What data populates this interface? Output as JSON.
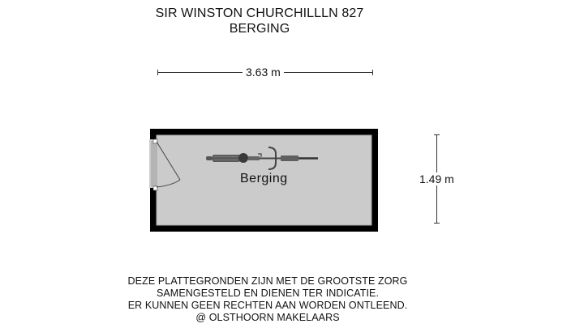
{
  "header": {
    "address": "SIR WINSTON CHURCHILLLN 827",
    "subtitle": "BERGING"
  },
  "dimensions": {
    "width": "3.63 m",
    "height": "1.49 m"
  },
  "room": {
    "label": "Berging",
    "fill_color": "#cccccc",
    "wall_color": "#000000"
  },
  "disclaimer": {
    "lines": [
      "DEZE PLATTEGRONDEN ZIJN MET DE GROOTSTE ZORG",
      "SAMENGESTELD EN DIENEN TER INDICATIE.",
      "ER KUNNEN GEEN RECHTEN AAN WORDEN ONTLEEND.",
      "@ OLSTHOORN MAKELAARS"
    ]
  },
  "icons": {
    "bicycle": "bicycle-icon",
    "door": "door-swing-icon"
  }
}
